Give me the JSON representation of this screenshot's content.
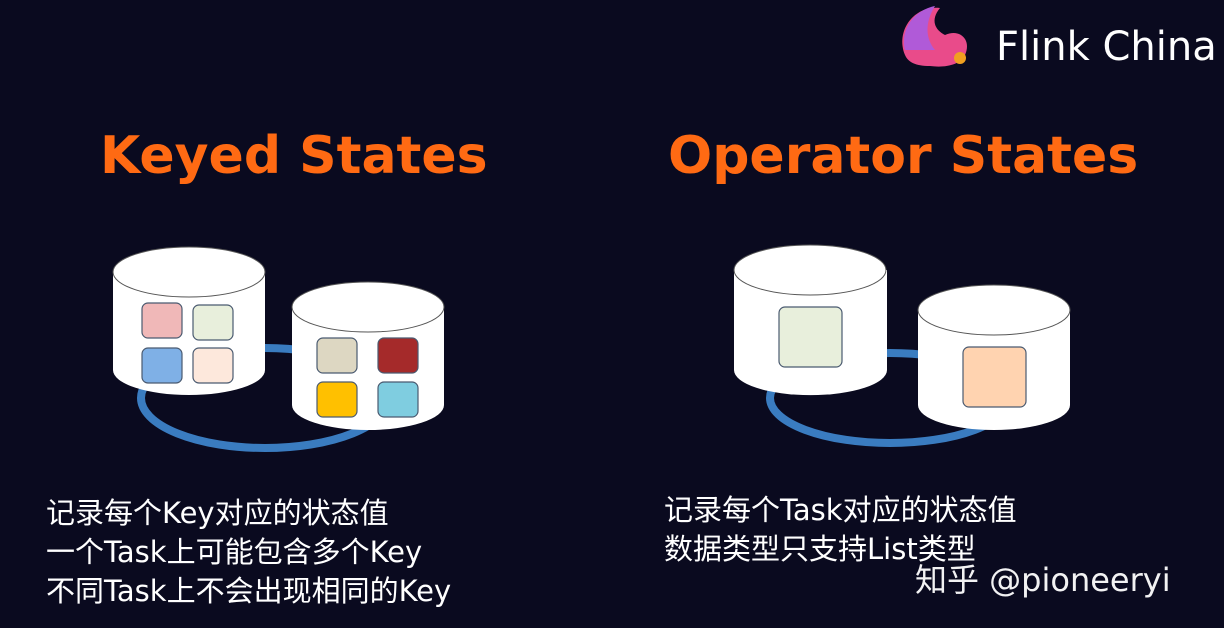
{
  "logo": {
    "text": "Flink China",
    "icon": "squirrel-logo-icon"
  },
  "left": {
    "title": "Keyed States",
    "lines": [
      "记录每个Key对应的状态值",
      "一个Task上可能包含多个Key",
      "不同Task上不会出现相同的Key"
    ],
    "square_colors": [
      "#f0b8b8",
      "#e8efdc",
      "#7fb0e6",
      "#fde8dc",
      "#ddd7c2",
      "#a52a2a",
      "#ffc000",
      "#7fcde0"
    ]
  },
  "right": {
    "title": "Operator States",
    "lines": [
      "记录每个Task对应的状态值",
      "数据类型只支持List类型"
    ],
    "square_colors": [
      "#e8efdc",
      "#ffd3b0"
    ]
  },
  "colors": {
    "title": "#ff6a13",
    "ring": "#3a7cc0",
    "background": "#0a0a1f"
  },
  "watermark": "知乎 @pioneeryi"
}
